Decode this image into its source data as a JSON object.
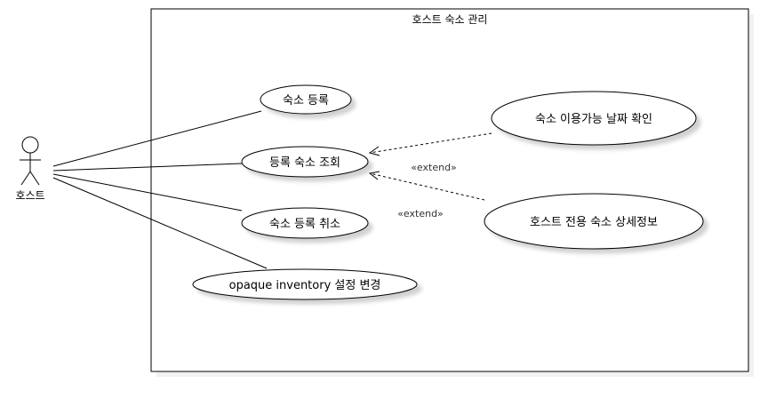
{
  "system": {
    "title": "호스트 숙소 관리"
  },
  "actor": {
    "name": "호스트"
  },
  "use_cases": {
    "register": "숙소 등록",
    "lookup": "등록 숙소 조회",
    "cancel": "숙소 등록 취소",
    "inventory": "opaque inventory 설정 변경",
    "availability": "숙소 이용가능 날짜 확인",
    "detail": "호스트 전용 숙소 상세정보"
  },
  "relations": {
    "extend_1": "«extend»",
    "extend_2": "«extend»"
  }
}
